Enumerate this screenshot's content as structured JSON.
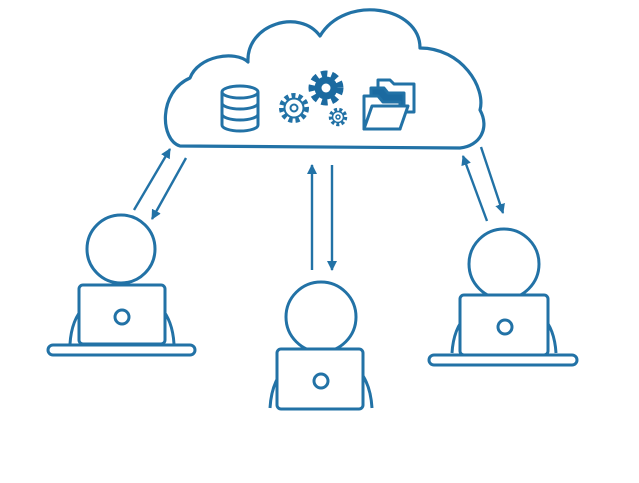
{
  "colors": {
    "stroke": "#2272a6",
    "fill": "#ffffff"
  },
  "cloud": {
    "icons": [
      "database-icon",
      "gears-icon",
      "folders-icon"
    ]
  },
  "users": [
    {
      "name": "user-left",
      "device": "laptop-icon",
      "link": "two-way-arrows"
    },
    {
      "name": "user-center",
      "device": "laptop-icon",
      "link": "two-way-arrows"
    },
    {
      "name": "user-right",
      "device": "laptop-icon",
      "link": "two-way-arrows"
    }
  ]
}
